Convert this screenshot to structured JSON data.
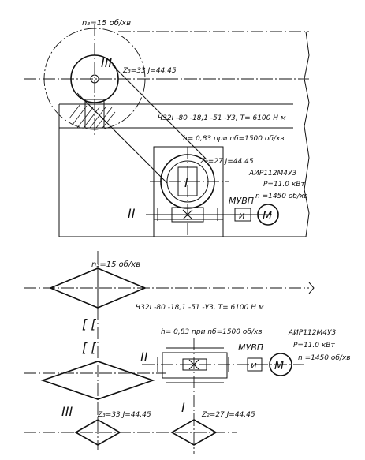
{
  "top": {
    "speed_top": "n₃=15 об/хв",
    "shaft_iii": "III",
    "gear_z33": "Z₃=33 J=44.45",
    "reducer_spec": "Ч32І -80 -18,1 -51 -У3, T= 6100 Н м",
    "efficiency": "h= 0,83   при nб=1500 об/хв",
    "gear_z27": "Z₂=27 J=44.45",
    "shaft_i": "I",
    "motor_model": "АИР112М4У3",
    "motor_power": "P=11.0 кВт",
    "motor_speed": "n =1450 об/хв",
    "coupling": "МУВП",
    "shaft_ii": "II",
    "coupling_box": "И",
    "motor_symbol": "М"
  },
  "bottom": {
    "speed_top": "n₃=15 об/хв",
    "reducer_spec": "Ч32І -80 -18,1 -51 -У3, T= 6100 Н м",
    "efficiency": "h= 0,83   при nб=1500 об/хв",
    "motor_model": "АИР112М4У3",
    "motor_power": "P=11.0 кВт",
    "motor_speed": "n =1450 об/хв",
    "coupling": "МУВП",
    "shaft_ii": "II",
    "shaft_iii": "III",
    "shaft_i": "I",
    "gear_z33": "Z₃=33 J=44.45",
    "gear_z27": "Z₂=27 J=44.45",
    "coupling_box": "И",
    "motor_symbol": "М"
  }
}
